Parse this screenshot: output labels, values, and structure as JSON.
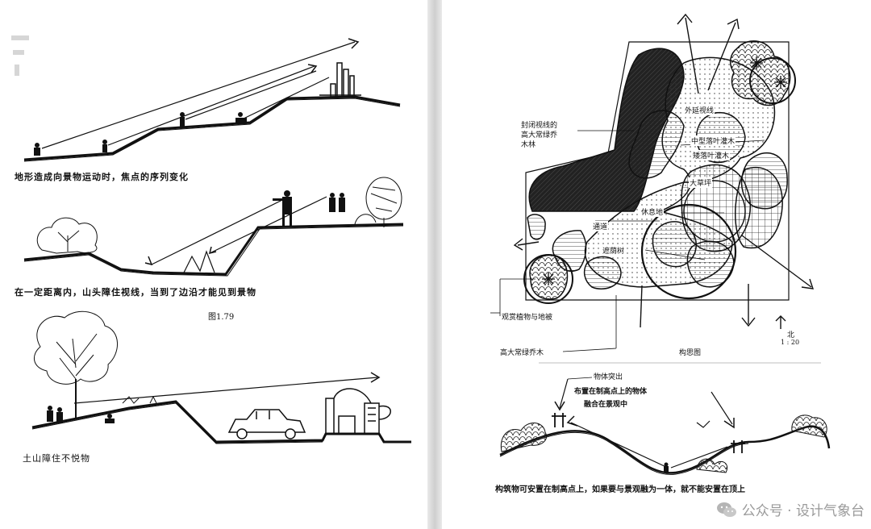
{
  "left_page": {
    "figure1_caption": "地形造成向景物运动时，焦点的序列变化",
    "figure2_caption": "在一定距离内，山头障住视线，当到了边沿才能见到景物",
    "figure_number": "图1.79",
    "figure3_caption": "土山障住不悦物"
  },
  "right_page": {
    "plan_labels": {
      "outer_sightline": "外延视线",
      "enclosed_line1": "封闭视线的",
      "enclosed_line2": "高大常绿乔",
      "enclosed_line3": "木林",
      "mid_shrub": "中型落叶灌木",
      "low_shrub": "矮落叶灌木",
      "lawn": "大草坪",
      "rest_area": "休息地",
      "passage": "通道",
      "shade_tree": "遮荫树",
      "ornamental": "观赏植物与地被",
      "evergreen": "高大常绿乔木",
      "plan_title": "构思图",
      "north": "北",
      "scale": "1 : 20"
    },
    "section_labels": {
      "stand_out": "物体突出",
      "high_point_line1": "布置在制高点上的物体",
      "high_point_line2": "融合在景观中",
      "bottom_caption": "构筑物可安置在制高点上，如果要与景观融为一体，就不能安置在顶上"
    }
  },
  "watermark": {
    "text": "公众号 · 设计气象台",
    "icon": "wechat-icon"
  }
}
